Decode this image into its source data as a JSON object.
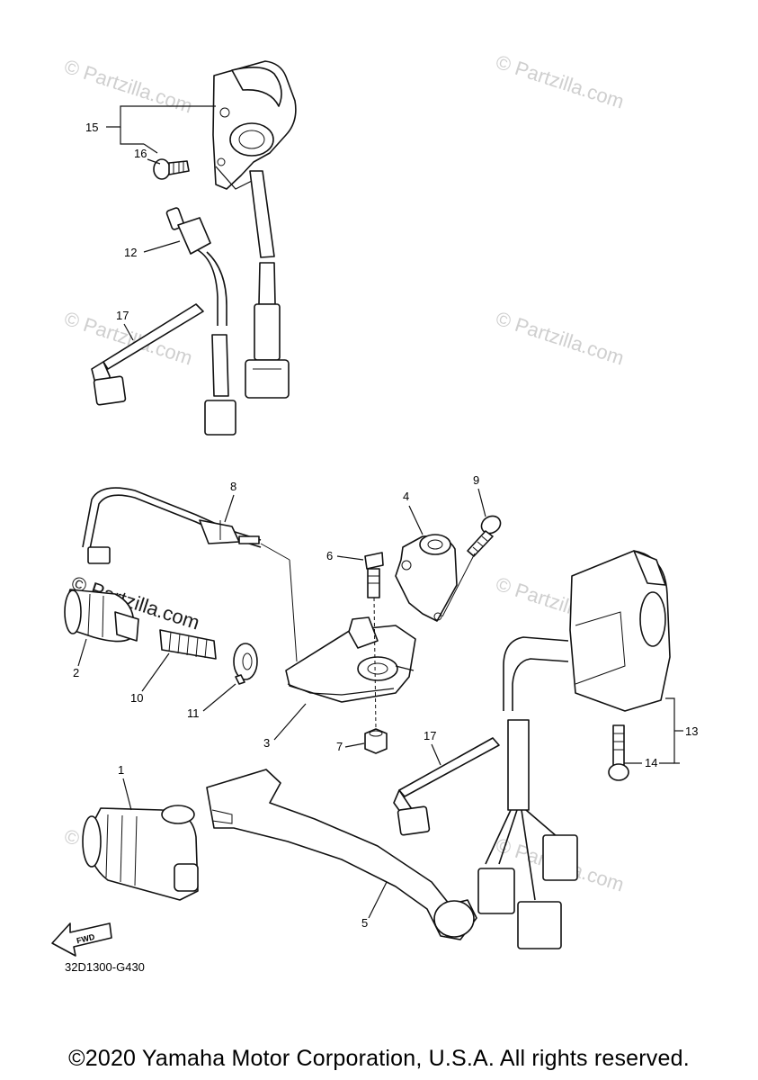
{
  "watermark": {
    "text": "© Partzilla.com"
  },
  "callouts": {
    "c1": "1",
    "c2": "2",
    "c3": "3",
    "c4": "4",
    "c5": "5",
    "c6": "6",
    "c7": "7",
    "c8": "8",
    "c9": "9",
    "c10": "10",
    "c11": "11",
    "c12": "12",
    "c13": "13",
    "c14": "14",
    "c15": "15",
    "c16": "16",
    "c17a": "17",
    "c17b": "17"
  },
  "fwd_label": "FWD",
  "diagram_code": "32D1300-G430",
  "copyright": "©2020 Yamaha Motor Corporation, U.S.A. All rights reserved."
}
